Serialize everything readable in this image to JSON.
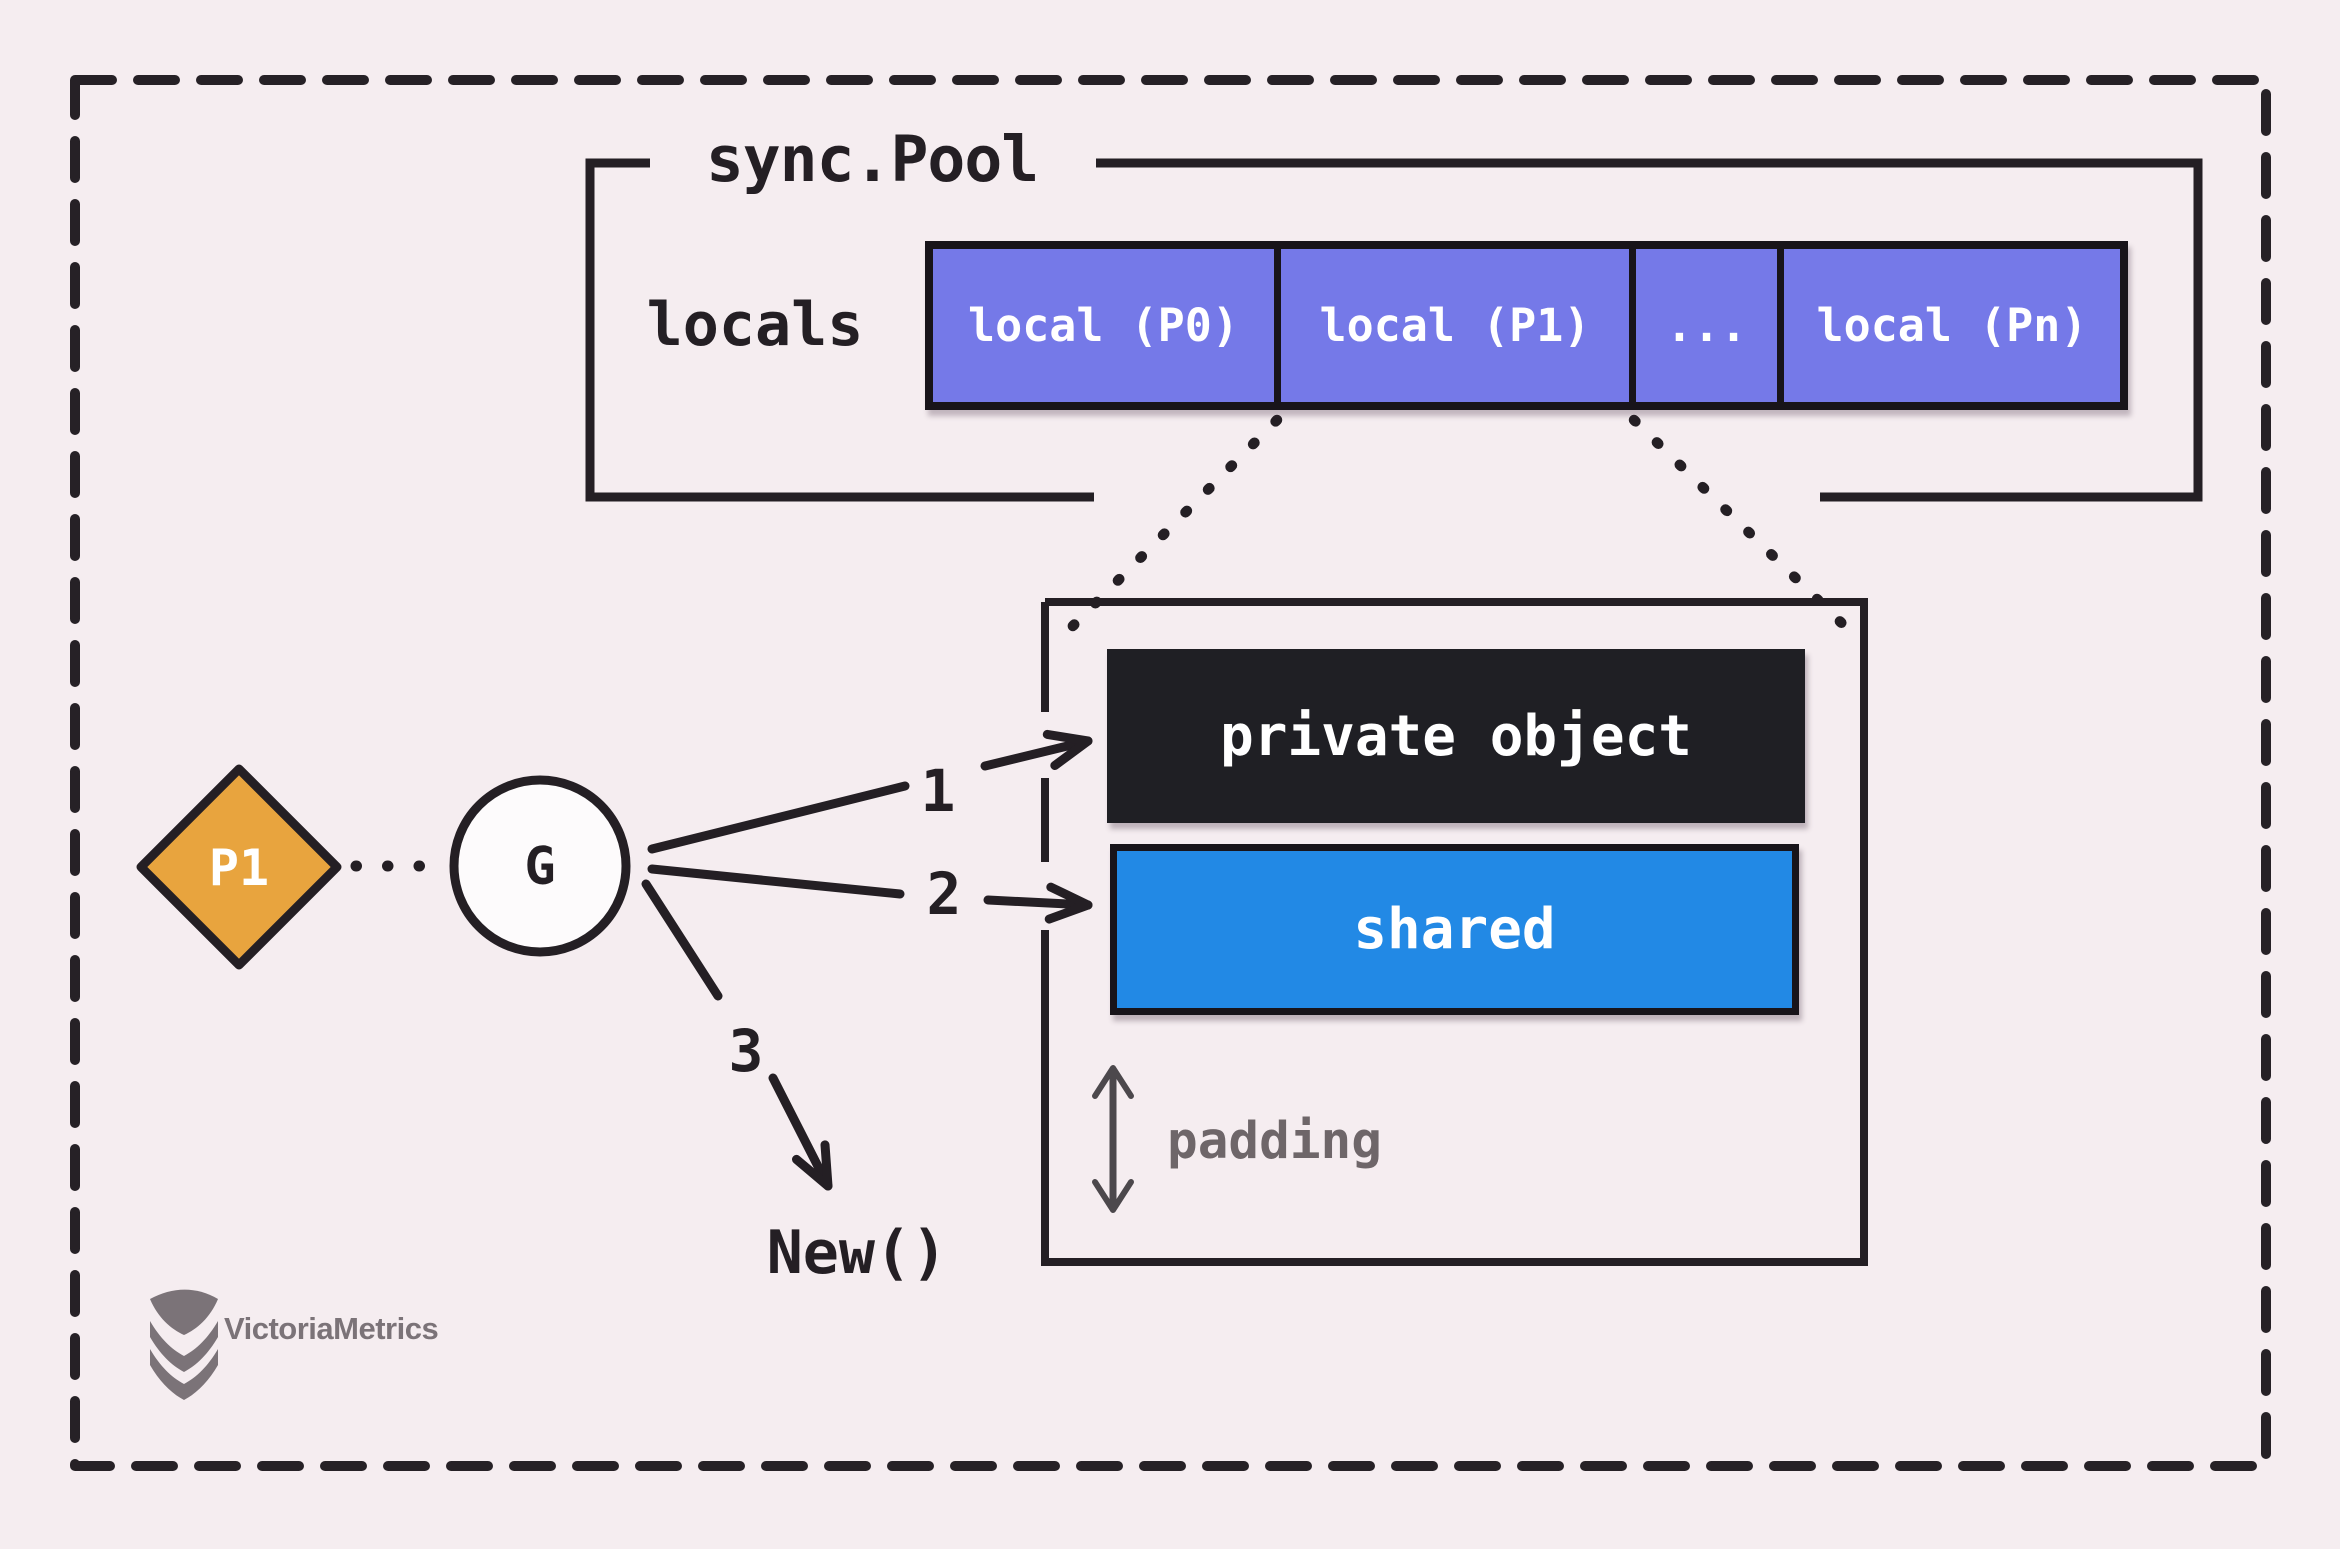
{
  "pool": {
    "title": "sync.Pool",
    "locals_label": "locals",
    "cells": [
      {
        "label": "local (P0)"
      },
      {
        "label": "local (P1)"
      },
      {
        "label": "..."
      },
      {
        "label": "local (Pn)"
      }
    ]
  },
  "detail": {
    "private_label": "private object",
    "shared_label": "shared",
    "padding_label": "padding"
  },
  "actors": {
    "processor_label": "P1",
    "goroutine_label": "G"
  },
  "steps": {
    "one": "1",
    "two": "2",
    "three": "3",
    "new_label": "New()"
  },
  "branding": {
    "logo_text": "VictoriaMetrics"
  },
  "colors": {
    "background": "#f5edf0",
    "ink": "#241f24",
    "local_cell": "#7579e8",
    "private_box": "#1f1f24",
    "shared_box": "#2289e5",
    "processor_diamond": "#e8a43e",
    "muted_gray": "#6e6669"
  }
}
